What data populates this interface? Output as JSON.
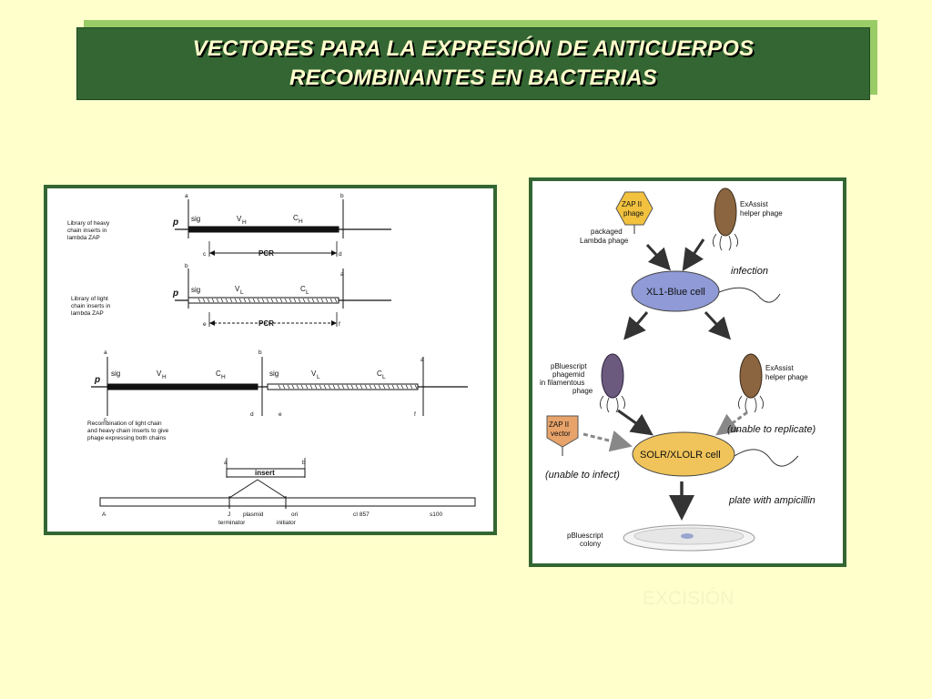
{
  "title": {
    "line1": "VECTORES PARA LA EXPRESIÓN DE ANTICUERPOS",
    "line2": "RECOMBINANTES EN BACTERIAS"
  },
  "left_diagram": {
    "heavy_label": [
      "Library of heavy",
      "chain inserts in",
      "lambda ZAP"
    ],
    "light_label": [
      "Library of light",
      "chain inserts in",
      "lambda ZAP"
    ],
    "recomb_label": [
      "Recombination of light chain",
      "and heavy chain inserts to give",
      "phage expressing both chains"
    ],
    "p": "p",
    "sig": "sig",
    "vh": "V",
    "vh_sub": "H",
    "ch": "C",
    "ch_sub": "H",
    "vl": "V",
    "vl_sub": "L",
    "cl": "C",
    "cl_sub": "L",
    "pcr": "PCR",
    "insert": "insert",
    "site_a": "a",
    "site_b": "b",
    "site_c": "c",
    "site_d": "d",
    "site_e": "e",
    "site_f": "f",
    "lambda_A": "A",
    "lambda_J": "J",
    "plasmid": "plasmid",
    "terminator": "terminator",
    "initiator": "initiator",
    "ori": "ori",
    "ci857": "cI 857",
    "s100": "s100"
  },
  "right_diagram": {
    "zap_phage": [
      "ZAP II",
      "phage"
    ],
    "packaged": [
      "packaged",
      "Lambda phage"
    ],
    "exassist_top": [
      "ExAssist",
      "helper phage"
    ],
    "infection": "infection",
    "xl1": "XL1-Blue cell",
    "pbluescript_phagemid": [
      "pBluescript",
      "phagemid",
      "in filamentous",
      "phage"
    ],
    "exassist_mid": [
      "ExAssist",
      "helper phage"
    ],
    "zap_vector": [
      "ZAP II",
      "vector"
    ],
    "unable_replicate": "(unable to replicate)",
    "solr": "SOLR/XLOLR cell",
    "unable_infect": "(unable to infect)",
    "plate": "plate with ampicillin",
    "colony": [
      "pBluescript",
      "colony"
    ]
  },
  "footer": {
    "excision": "EXCISIÓN"
  },
  "colors": {
    "background": "#ffffcc",
    "title_bg": "#336633",
    "title_shadow": "#99cc66",
    "panel_border": "#336633",
    "xl1_cell": "#8f9ad6",
    "solr_cell": "#f0c45a",
    "zap_hex": "#f2c23f",
    "zap_vector": "#e8a36a",
    "phage_body": "#8a6540"
  }
}
